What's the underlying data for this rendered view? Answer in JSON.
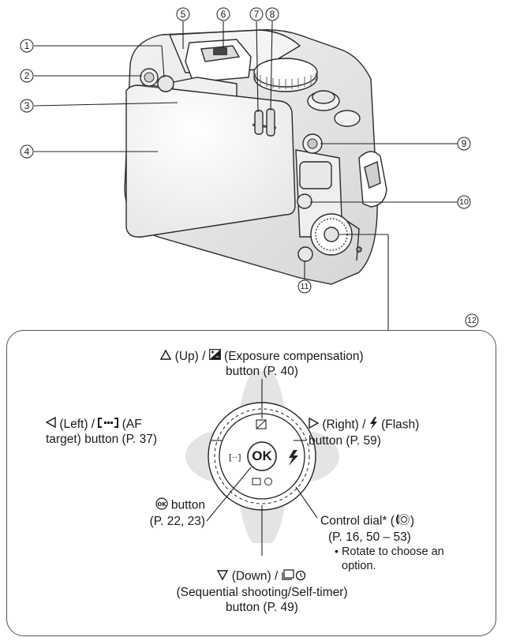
{
  "callouts": [
    "1",
    "2",
    "3",
    "4",
    "5",
    "6",
    "7",
    "8",
    "9",
    "10",
    "11",
    "12"
  ],
  "dial_labels": {
    "up": {
      "line1": "(Up) /",
      "line1b": "(Exposure compensation)",
      "line2": "button (P. 40)"
    },
    "left": {
      "line1": "(Left) /",
      "line1b": "(AF",
      "line2": "target) button (P. 37)"
    },
    "right": {
      "line1": "(Right) /",
      "line1b": "(Flash)",
      "line2": "button (P. 59)"
    },
    "ok": {
      "line1": "button",
      "line2": "(P. 22, 23)"
    },
    "control_dial": {
      "line1": "Control dial* (",
      "line1b": ")",
      "line2": "(P. 16, 50 – 53)",
      "bullet": "•",
      "note1": "Rotate to choose an",
      "note2": "option."
    },
    "down": {
      "line1": "(Down) /",
      "line2": "(Sequential shooting/Self-timer)",
      "line3": "button (P. 49)"
    }
  },
  "dial_center": "OK",
  "colors": {
    "ink": "#1a1a1a",
    "camera_body": "#e9e9e9",
    "camera_dark": "#bfbfbf",
    "dial_ring": "#cfcfcf"
  },
  "icons": [
    "triangle-up-icon",
    "exposure-compensation-icon",
    "triangle-left-icon",
    "af-target-icon",
    "triangle-right-icon",
    "flash-icon",
    "ok-icon",
    "control-dial-icon",
    "triangle-down-icon",
    "sequential-self-timer-icon"
  ]
}
